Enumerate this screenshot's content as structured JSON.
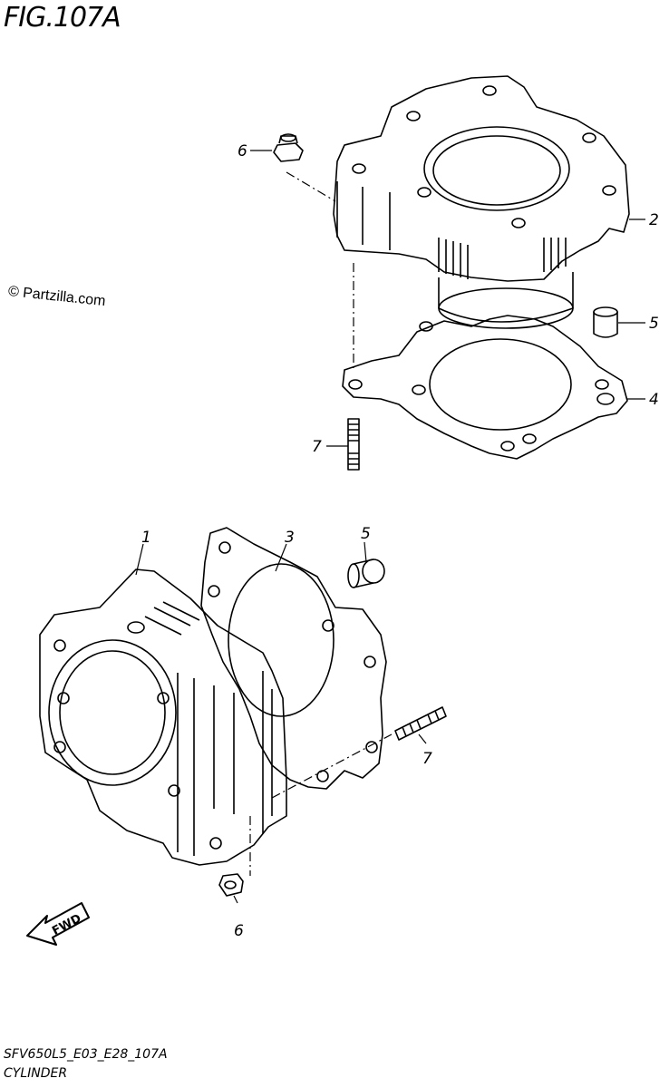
{
  "figure_title": "FIG.107A",
  "watermark": "© Partzilla.com",
  "diagram_code": "SFV650L5_E03_E28_107A",
  "diagram_name": "CYLINDER",
  "fwd_label": "FWD",
  "callouts": {
    "top_nut": "6",
    "top_cylinder": "2",
    "top_dowel": "5",
    "top_gasket": "4",
    "top_stud": "7",
    "bottom_cylinder": "1",
    "bottom_gasket": "3",
    "bottom_dowel": "5",
    "bottom_stud": "7",
    "bottom_nut": "6"
  }
}
